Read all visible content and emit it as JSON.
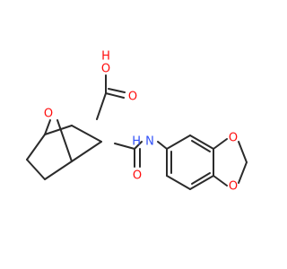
{
  "molecule": {
    "atoms": {
      "bridge_o": "O",
      "acid_o_h": "O",
      "acid_h": "H",
      "acid_o_double": "O",
      "amide_o": "O",
      "amide_n": "N",
      "amide_h": "H",
      "dioxole_o1": "O",
      "dioxole_o2": "O"
    },
    "colors": {
      "carbon": "#2b2b2b",
      "oxygen": "#ff0d0d",
      "nitrogen": "#3050f8"
    }
  }
}
